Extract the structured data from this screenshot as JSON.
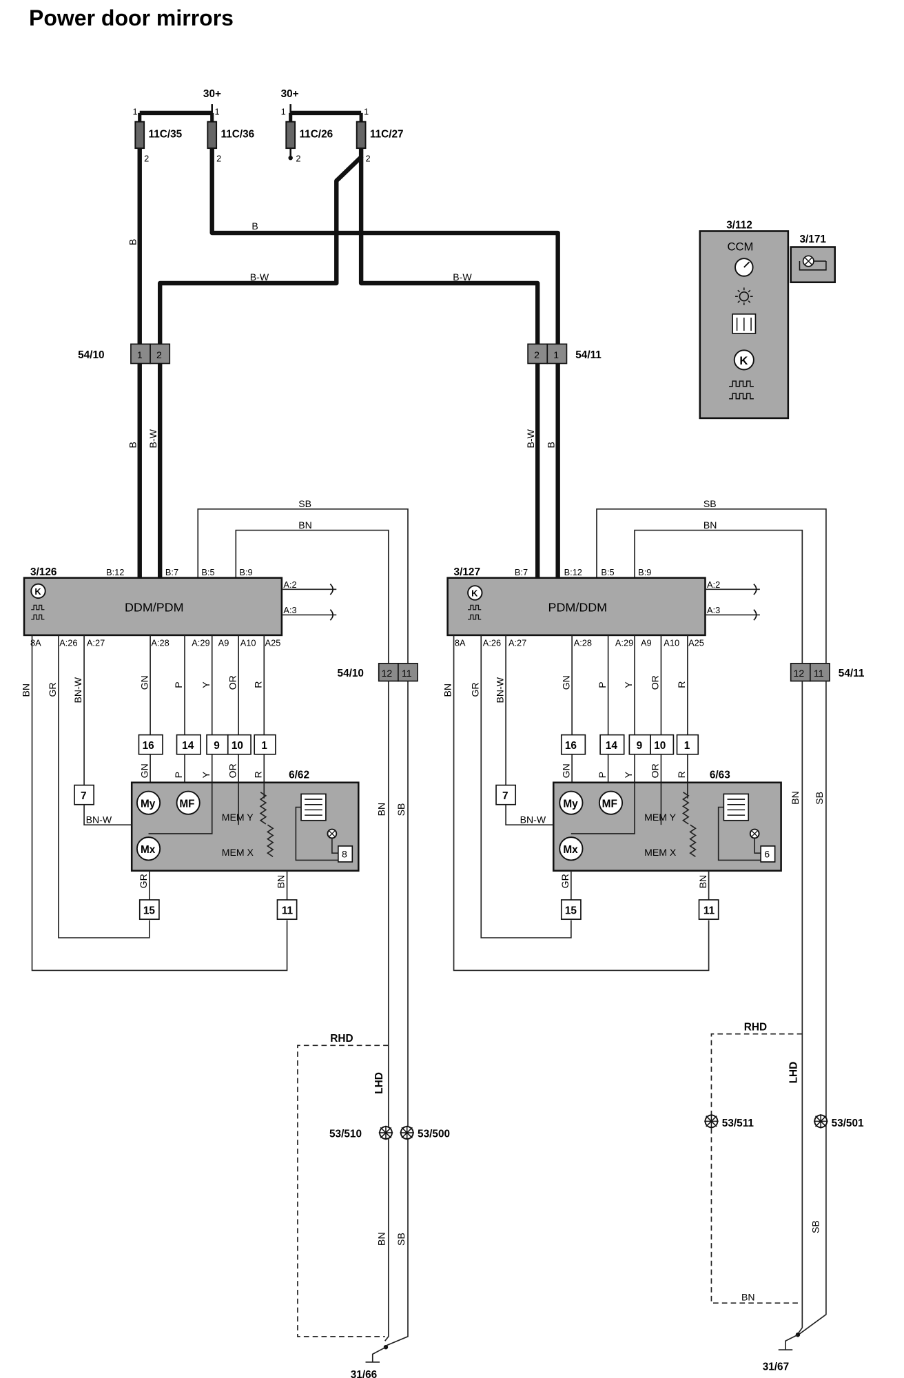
{
  "title": "Power door mirrors",
  "supply": [
    "30+",
    "30+"
  ],
  "fuses": [
    "11C/35",
    "11C/36",
    "11C/26",
    "11C/27"
  ],
  "fuse_pins": [
    "1",
    "2"
  ],
  "wire_colors": [
    "B",
    "B-W",
    "B",
    "B-W",
    "B-W",
    "B"
  ],
  "left_connector": {
    "id": "54/10",
    "pins": [
      "1",
      "2"
    ]
  },
  "right_connector": {
    "id": "54/11",
    "pins": [
      "2",
      "1"
    ]
  },
  "ccm": {
    "id": "3/112",
    "name": "CCM",
    "lamp_id": "3/171"
  },
  "left_module": {
    "id": "3/126",
    "name": "DDM/PDM",
    "top_pins": [
      "B:12",
      "B:7",
      "B:5",
      "B:9"
    ],
    "right_pins": [
      "A:2",
      "A:3"
    ],
    "bottom_pins": [
      "8A",
      "A:26",
      "A:27",
      "A:28",
      "A:29",
      "A9",
      "A10",
      "A25"
    ],
    "bus_wires": [
      "SB",
      "BN"
    ],
    "wire_colors": [
      "BN",
      "GR",
      "BN-W",
      "GN",
      "P",
      "Y",
      "OR",
      "R"
    ]
  },
  "right_module": {
    "id": "3/127",
    "name": "PDM/DDM",
    "top_pins": [
      "B:7",
      "B:12",
      "B:5",
      "B:9"
    ],
    "right_pins": [
      "A:2",
      "A:3"
    ],
    "bottom_pins": [
      "8A",
      "A:26",
      "A:27",
      "A:28",
      "A:29",
      "A9",
      "A10",
      "A25"
    ],
    "bus_wires": [
      "SB",
      "BN"
    ],
    "wire_colors": [
      "BN",
      "GR",
      "BN-W",
      "GN",
      "P",
      "Y",
      "OR",
      "R"
    ]
  },
  "left_bus_connector": {
    "id": "54/10",
    "pins": [
      "12",
      "11"
    ],
    "wires": [
      "BN",
      "SB"
    ]
  },
  "right_bus_connector": {
    "id": "54/11",
    "pins": [
      "12",
      "11"
    ],
    "wires": [
      "BN",
      "SB"
    ]
  },
  "mirror_left": {
    "id": "6/62",
    "pins": [
      "16",
      "14",
      "9",
      "10",
      "1"
    ],
    "pin_colors": [
      "GN",
      "P",
      "Y",
      "OR",
      "R"
    ],
    "side_pin": "7",
    "side_color": "BN-W",
    "motors": [
      "My",
      "MF",
      "Mx"
    ],
    "mem": [
      "MEM Y",
      "MEM X"
    ],
    "small_pin": "8",
    "bottom_pins": [
      "15",
      "11"
    ],
    "bottom_colors": [
      "GR",
      "BN"
    ]
  },
  "mirror_right": {
    "id": "6/63",
    "pins": [
      "16",
      "14",
      "9",
      "10",
      "1"
    ],
    "pin_colors": [
      "GN",
      "P",
      "Y",
      "OR",
      "R"
    ],
    "side_pin": "7",
    "side_color": "BN-W",
    "motors": [
      "My",
      "MF",
      "Mx"
    ],
    "mem": [
      "MEM Y",
      "MEM X"
    ],
    "small_pin": "6",
    "bottom_pins": [
      "15",
      "11"
    ],
    "bottom_colors": [
      "GR",
      "BN"
    ]
  },
  "splices_left": [
    "53/510",
    "53/500"
  ],
  "splices_right": [
    "53/511",
    "53/501"
  ],
  "variants": [
    "RHD",
    "LHD"
  ],
  "lower_wires_left": [
    "BN",
    "SB"
  ],
  "lower_wires_right": [
    "SB",
    "BN"
  ],
  "grounds": [
    "31/66",
    "31/67"
  ],
  "colors": {
    "component_fill": "#a8a8a8",
    "wire": "#111111"
  }
}
